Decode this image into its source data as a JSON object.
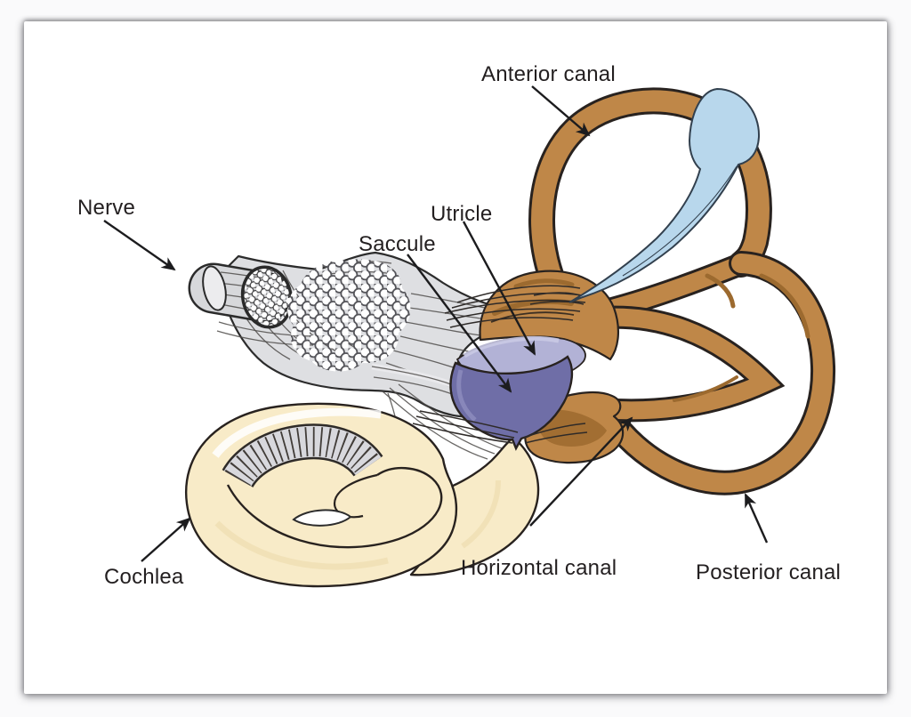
{
  "labels": {
    "anterior_canal": "Anterior canal",
    "nerve": "Nerve",
    "utricle": "Utricle",
    "saccule": "Saccule",
    "cochlea": "Cochlea",
    "horizontal_canal": "Horizontal canal",
    "posterior_canal": "Posterior canal"
  },
  "colors": {
    "page_bg": "#ffffff",
    "canal_brown": "#bf8748",
    "canal_shadow": "#9c6a2f",
    "outline": "#28221f",
    "endolymph_blue": "#b8d7ec",
    "endolymph_outline": "#32404e",
    "utricle_lavender": "#b2b2d6",
    "saccule_purple": "#6f6ea7",
    "cochlea_cream": "#f8ebc8",
    "cochlea_shade": "#efe0b5",
    "nerve_gray": "#dedfe2",
    "nerve_stria": "#4f4c4a",
    "label_text": "#231f20",
    "arrow": "#1c1c1e"
  }
}
